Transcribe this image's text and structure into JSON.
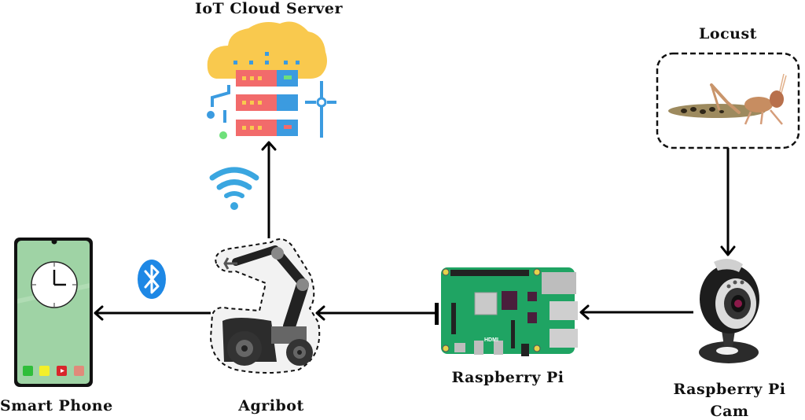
{
  "title": "Locust detection IoT system diagram",
  "nodes": {
    "cloud": {
      "label": "IoT Cloud Server",
      "icon": "cloud-server-icon"
    },
    "locust": {
      "label": "Locust",
      "icon": "locust-photo"
    },
    "phone": {
      "label": "Smart Phone",
      "icon": "smartphone-icon"
    },
    "agribot": {
      "label": "Agribot",
      "icon": "robot-arm-vehicle-icon"
    },
    "raspberry_pi": {
      "label": "Raspberry Pi",
      "icon": "raspberry-pi-board-icon",
      "board_text": "HDMI"
    },
    "camera": {
      "label_line1": "Raspberry Pi",
      "label_line2": "Cam",
      "icon": "webcam-icon"
    }
  },
  "links": [
    {
      "from": "Locust",
      "to": "Raspberry Pi Cam",
      "direction": "down"
    },
    {
      "from": "Raspberry Pi Cam",
      "to": "Raspberry Pi",
      "direction": "left"
    },
    {
      "from": "Raspberry Pi",
      "to": "Agribot",
      "direction": "left"
    },
    {
      "from": "Agribot",
      "to": "Smart Phone",
      "direction": "left",
      "medium": "bluetooth"
    },
    {
      "from": "Agribot",
      "to": "IoT Cloud Server",
      "direction": "up",
      "medium": "wifi"
    }
  ],
  "colors": {
    "cloud": "#f9c94e",
    "server_red": "#f26b6b",
    "server_blue": "#3b9be0",
    "wifi": "#3aa6e0",
    "bluetooth": "#1e88e5",
    "phone_screen": "#9fd3a5",
    "pi_board": "#1fa463"
  }
}
